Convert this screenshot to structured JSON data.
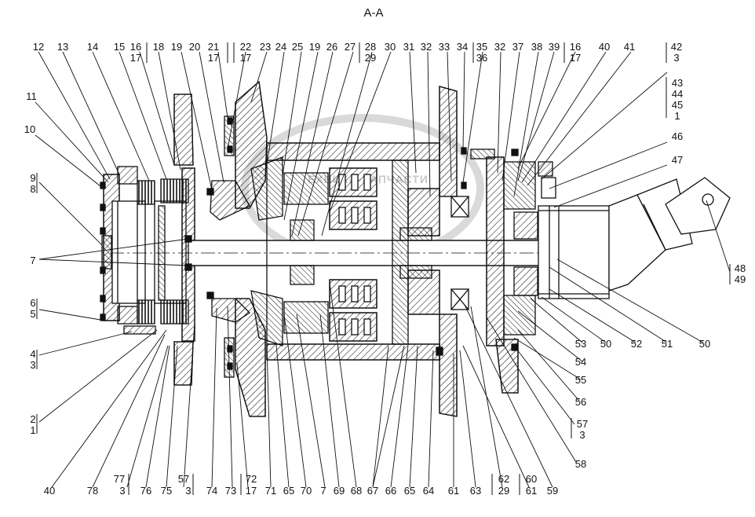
{
  "title": "A-A",
  "watermark": "ЕХНИКА-ЗАПЧАСТИ",
  "labels": {
    "top": [
      "12",
      "13",
      "14",
      "15",
      "16",
      "17",
      "18",
      "19",
      "20",
      "21",
      "17",
      "22",
      "17",
      "23",
      "24",
      "25",
      "19",
      "26",
      "27",
      "28",
      "29",
      "30",
      "31",
      "32",
      "33",
      "34",
      "35",
      "36",
      "32",
      "37",
      "38",
      "39",
      "16",
      "17",
      "40",
      "41",
      "42",
      "3"
    ],
    "right": [
      "43",
      "44",
      "45",
      "1",
      "46",
      "47",
      "48",
      "49",
      "53",
      "50",
      "52",
      "51",
      "50",
      "54",
      "55",
      "56",
      "57",
      "3",
      "58"
    ],
    "left": [
      "11",
      "10",
      "9",
      "8",
      "7",
      "6",
      "5",
      "4",
      "3",
      "2",
      "1"
    ],
    "bottom": [
      "40",
      "78",
      "77",
      "3",
      "76",
      "75",
      "57",
      "3",
      "74",
      "73",
      "72",
      "17",
      "71",
      "65",
      "70",
      "7",
      "69",
      "68",
      "67",
      "66",
      "65",
      "64",
      "61",
      "63",
      "62",
      "29",
      "60",
      "61",
      "59"
    ]
  },
  "colors": {
    "line": "#111111",
    "hatch": "#111111",
    "paper": "#ffffff"
  }
}
